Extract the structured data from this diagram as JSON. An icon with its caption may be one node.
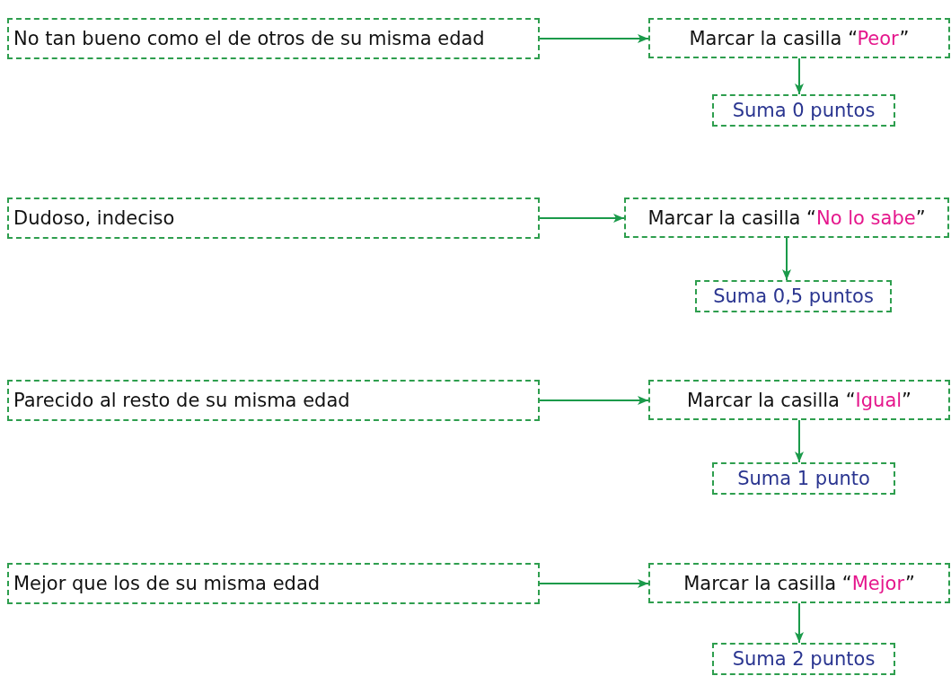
{
  "diagram": {
    "nodes": [
      {
        "text": [
          "No tan bueno como el de otros de su misma edad"
        ]
      },
      {
        "text": [
          "Marcar la casilla “*Peor*”"
        ]
      },
      {
        "text": [
          "Suma 0 puntos"
        ]
      },
      {
        "text": [
          "Dudoso, indeciso"
        ]
      },
      {
        "text": [
          "Marcar la casilla “*No lo sabe*”"
        ]
      },
      {
        "text": [
          "Suma 0,5 puntos"
        ]
      },
      {
        "text": [
          "Parecido al resto de su misma edad"
        ]
      },
      {
        "text": [
          "Marcar la casilla “*Igual*”"
        ]
      },
      {
        "text": [
          "Suma 1 punto"
        ]
      },
      {
        "text": [
          "Mejor que los de su misma edad"
        ]
      },
      {
        "text": [
          "Marcar la casilla “*Mejor*”"
        ]
      },
      {
        "text": [
          "Suma 2 puntos"
        ]
      }
    ],
    "edges": [
      {
        "from": 0,
        "to": 1,
        "arrow": "to"
      },
      {
        "from": 1,
        "to": 2,
        "arrow": "to"
      },
      {
        "from": 3,
        "to": 4,
        "arrow": "to"
      },
      {
        "from": 4,
        "to": 5,
        "arrow": "to"
      },
      {
        "from": 6,
        "to": 7,
        "arrow": "to"
      },
      {
        "from": 7,
        "to": 8,
        "arrow": "to"
      },
      {
        "from": 9,
        "to": 10,
        "arrow": "to"
      },
      {
        "from": 10,
        "to": 11,
        "arrow": "to"
      }
    ]
  }
}
